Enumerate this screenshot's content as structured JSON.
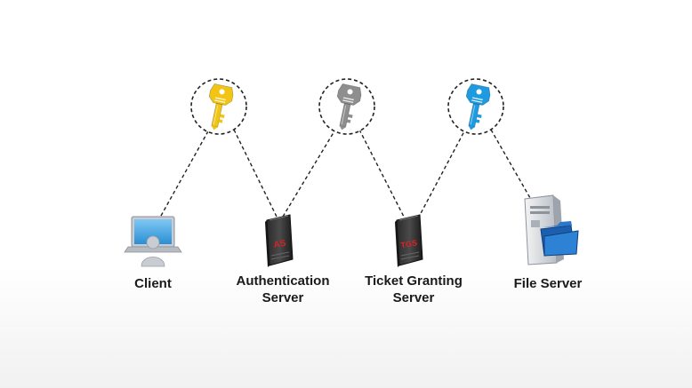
{
  "nodes": [
    {
      "id": "client",
      "label_lines": [
        "Client"
      ],
      "icon": "laptop-user-icon"
    },
    {
      "id": "as",
      "label_lines": [
        "Authentication",
        "Server"
      ],
      "icon": "server-tower-icon",
      "badge": "AS"
    },
    {
      "id": "tgs",
      "label_lines": [
        "Ticket Granting",
        "Server"
      ],
      "icon": "server-tower-icon",
      "badge": "TGS"
    },
    {
      "id": "file",
      "label_lines": [
        "File Server"
      ],
      "icon": "file-server-folder-icon"
    }
  ],
  "keys": [
    {
      "id": "key-1",
      "color": "#f2c515",
      "icon": "key-icon"
    },
    {
      "id": "key-2",
      "color": "#8e8e8e",
      "icon": "key-icon"
    },
    {
      "id": "key-3",
      "color": "#1e9be0",
      "icon": "key-icon"
    }
  ]
}
